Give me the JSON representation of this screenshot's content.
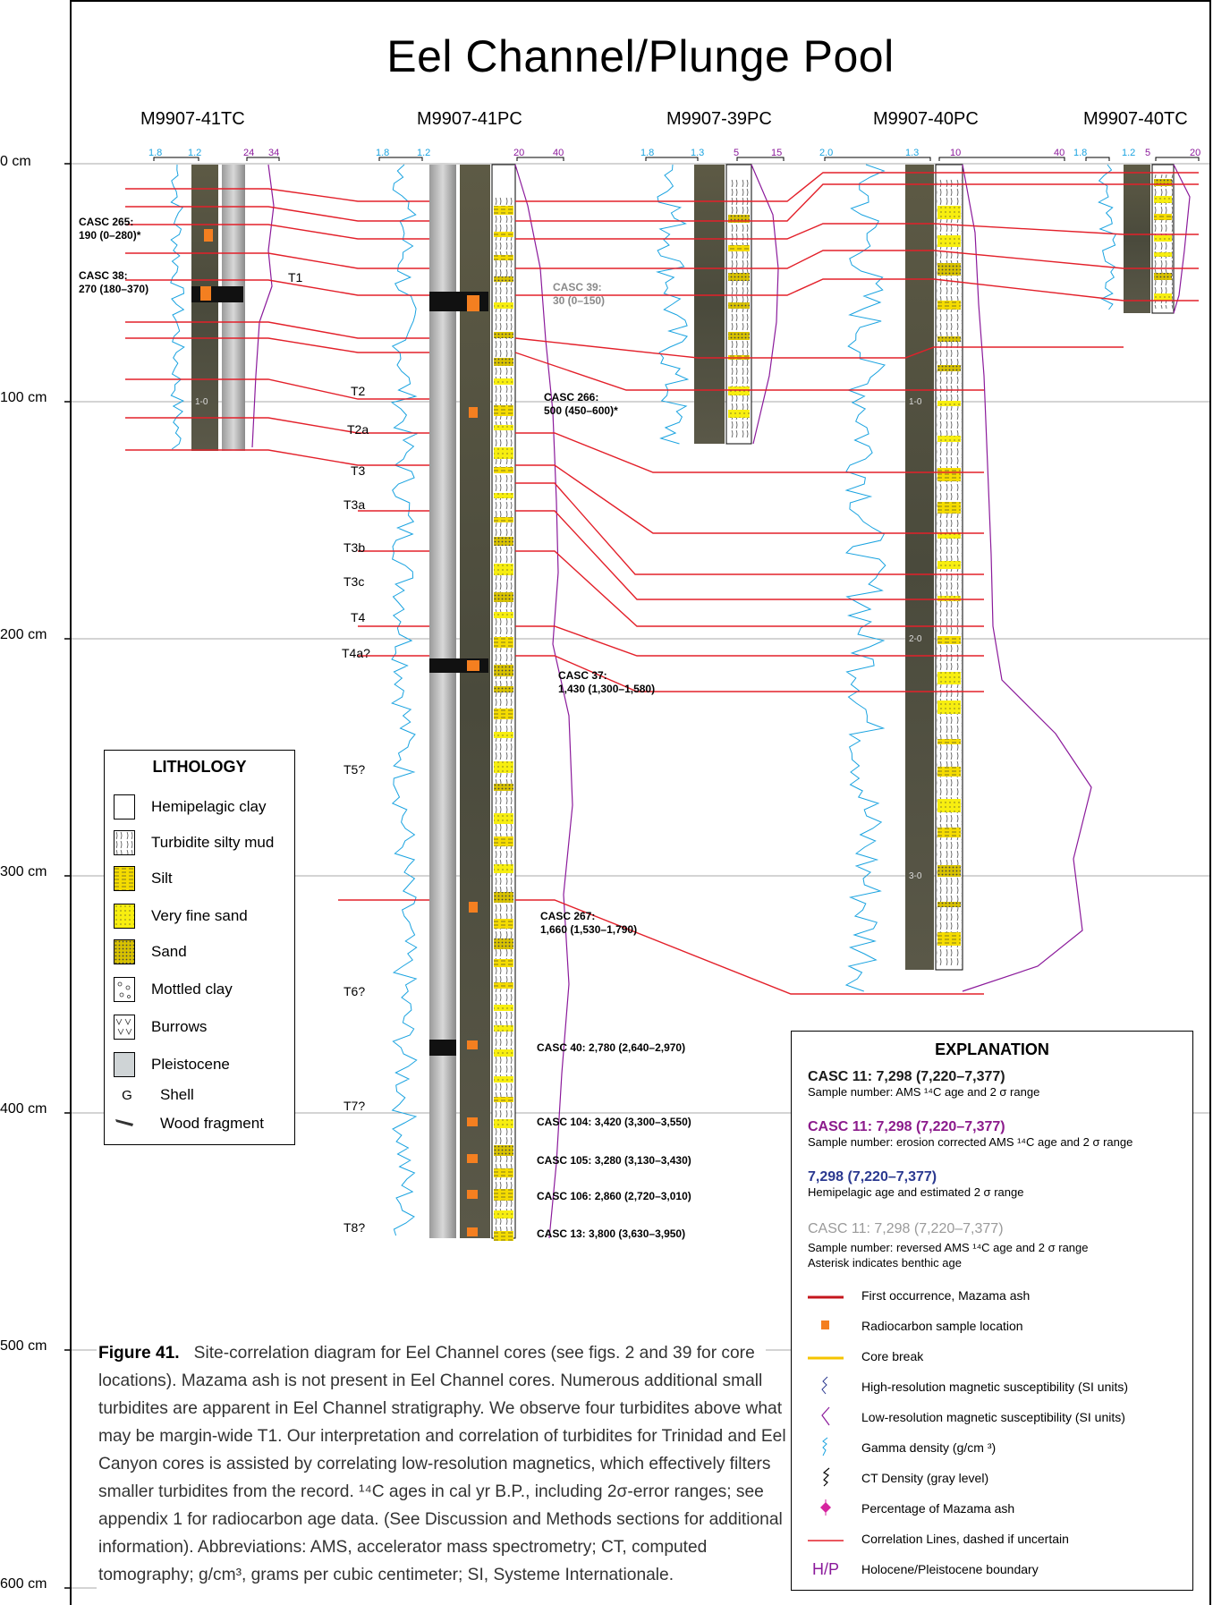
{
  "title": "Eel Channel/Plunge Pool",
  "depth_axis": [
    "0 cm",
    "100 cm",
    "200 cm",
    "300 cm",
    "400 cm",
    "500 cm",
    "600 cm"
  ],
  "cores": [
    {
      "name": "M9907-41TC",
      "scale": [
        "1.8",
        "1.2",
        "24",
        "34"
      ]
    },
    {
      "name": "M9907-41PC",
      "scale": [
        "1.8",
        "1.2",
        "20",
        "40"
      ]
    },
    {
      "name": "M9907-39PC",
      "scale": [
        "1.8",
        "1.3",
        "5",
        "15"
      ]
    },
    {
      "name": "M9907-40PC",
      "scale": [
        "2.0",
        "1.3",
        "10",
        "40"
      ]
    },
    {
      "name": "M9907-40TC",
      "scale": [
        "1.8",
        "1.2",
        "5",
        "20"
      ]
    }
  ],
  "core_depth_ticks": [
    "1-0",
    "1-0",
    "2-0",
    "3-0"
  ],
  "turbidite_labels": [
    "T1",
    "T2",
    "T2a",
    "T3",
    "T3a",
    "T3b",
    "T3c",
    "T4",
    "T4a?",
    "T5?",
    "T6?",
    "T7?",
    "T8?"
  ],
  "samples": {
    "c265": [
      "CASC 265:",
      "190 (0–280)*"
    ],
    "c38": [
      "CASC 38:",
      "270 (180–370)"
    ],
    "c39": [
      "CASC 39:",
      "30 (0–150)"
    ],
    "c266": [
      "CASC 266:",
      "500 (450–600)*"
    ],
    "c37": [
      "CASC 37:",
      "1,430 (1,300–1,580)"
    ],
    "c267": [
      "CASC 267:",
      "1,660 (1,530–1,790)"
    ],
    "c40": "CASC 40: 2,780 (2,640–2,970)",
    "c104": "CASC 104: 3,420 (3,300–3,550)",
    "c105": "CASC 105: 3,280 (3,130–3,430)",
    "c106": "CASC 106: 2,860 (2,720–3,010)",
    "c13": "CASC 13: 3,800 (3,630–3,950)"
  },
  "lithology": {
    "title": "LITHOLOGY",
    "items": [
      "Hemipelagic clay",
      "Turbidite silty mud",
      "Silt",
      "Very fine sand",
      "Sand",
      "Mottled clay",
      "Burrows",
      "Pleistocene",
      "Shell",
      "Wood fragment"
    ]
  },
  "explanation": {
    "title": "EXPLANATION",
    "e1": {
      "head": "CASC 11: 7,298 (7,220–7,377)",
      "sub": "Sample number: AMS ¹⁴C age and 2 σ range"
    },
    "e2": {
      "head": "CASC 11: 7,298 (7,220–7,377)",
      "sub": "Sample number: erosion corrected AMS ¹⁴C age and 2 σ range"
    },
    "e3": {
      "head": "7,298 (7,220–7,377)",
      "sub": "Hemipelagic age and estimated 2 σ range"
    },
    "e4": {
      "head": "CASC 11: 7,298 (7,220–7,377)",
      "sub": "Sample number: reversed AMS ¹⁴C age and 2 σ range",
      "note": "Asterisk indicates benthic age"
    },
    "symbols": [
      "First occurrence, Mazama ash",
      "Radiocarbon sample location",
      "Core break",
      "High-resolution magnetic susceptibility (SI units)",
      "Low-resolution magnetic susceptibility (SI units)",
      "Gamma density (g/cm ³)",
      "CT Density (gray level)",
      "Percentage of Mazama ash",
      "Correlation Lines, dashed if uncertain",
      "Holocene/Pleistocene boundary"
    ],
    "hp_symbol": "H/P",
    "colors": {
      "black": "#1a1a1a",
      "purple": "#8b1a8b",
      "blue": "#2b3990",
      "gray": "#9a9a9a",
      "red": "#e3202a",
      "orange": "#f47f20",
      "yellow": "#f5c400",
      "cyan": "#1aa3e0",
      "mag": "#8b1a9b"
    }
  },
  "caption": {
    "label": "Figure 41.",
    "text": "Site-correlation diagram for Eel Channel cores (see figs. 2 and 39 for core locations). Mazama ash is not present in Eel Channel cores. Numerous additional small turbidites are apparent in Eel Channel stratigraphy. We observe four turbidites above what may be margin-wide T1. Our interpretation and correlation of turbidites for Trinidad and Eel Canyon cores is assisted by correlating low-resolution magnetics, which effectively filters smaller turbidites from the record. ¹⁴C ages in cal yr B.P., including 2σ-error ranges; see appendix 1 for radiocarbon age data. (See Discussion and Methods sections for additional information). Abbreviations: AMS, accelerator mass spectrometry; CT, computed tomography; g/cm³, grams per cubic centimeter; SI, Systeme Internationale."
  }
}
